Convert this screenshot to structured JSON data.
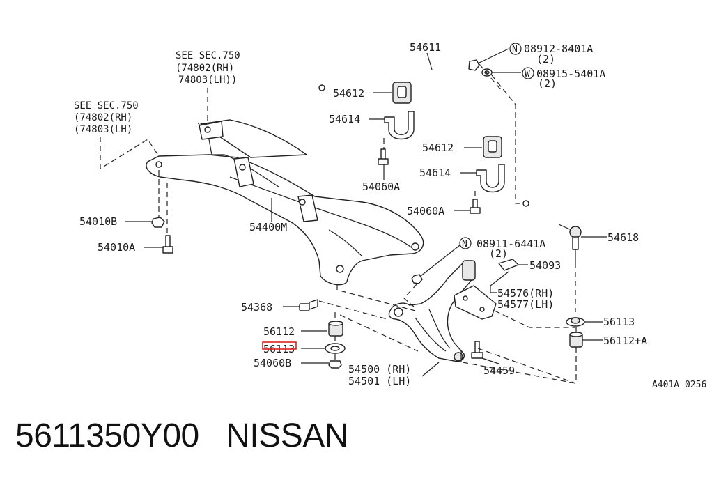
{
  "refs": {
    "sec750_upper": [
      "SEE SEC.750",
      "(74802(RH)",
      "74803(LH))"
    ],
    "sec750_left": [
      "SEE SEC.750",
      "(74802(RH)",
      "(74803(LH)"
    ]
  },
  "parts": {
    "p54611": "54611",
    "p54612a": "54612",
    "p54614a": "54614",
    "p54060Aa": "54060A",
    "p54612b": "54612",
    "p54614b": "54614",
    "p54060Ab": "54060A",
    "p54618": "54618",
    "p54010B": "54010B",
    "p54010A": "54010A",
    "p54400M": "54400M",
    "p54093": "54093",
    "p54576": "54576(RH)",
    "p54577": "54577(LH)",
    "p54368": "54368",
    "p56112": "56112",
    "p56113": "56113",
    "p54060B": "54060B",
    "p54500": "54500 (RH)",
    "p54501": "54501 (LH)",
    "p54459": "54459",
    "p56113r": "56113",
    "p56112A": "56112+A"
  },
  "fasteners": {
    "nut1_letter": "N",
    "nut1_code": "08912-8401A",
    "nut1_qty": "(2)",
    "washer_letter": "W",
    "washer_code": "08915-5401A",
    "washer_qty": "(2)",
    "nut2_letter": "N",
    "nut2_code": "08911-6441A",
    "nut2_qty": "(2)"
  },
  "diagram_code": "A401A 0256",
  "caption": {
    "part_number": "5611350Y00",
    "brand": "NISSAN"
  },
  "highlight": {
    "target": "56113",
    "color": "#e02020"
  }
}
